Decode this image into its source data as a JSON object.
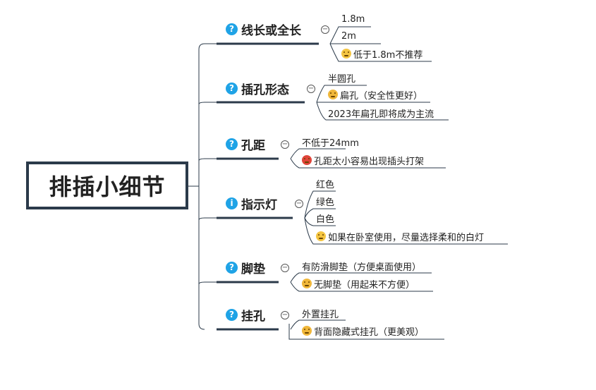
{
  "root": {
    "title": "排插小细节"
  },
  "branches": [
    {
      "label": "线长或全长",
      "icon": "question-icon",
      "children": [
        {
          "text": "1.8m"
        },
        {
          "text": "2m"
        },
        {
          "text": "低于1.8m不推荐",
          "emoji": "neutral-face-icon"
        }
      ]
    },
    {
      "label": "插孔形态",
      "icon": "question-icon",
      "children": [
        {
          "text": "半圆孔"
        },
        {
          "text": "扁孔（安全性更好）",
          "emoji": "surprised-face-icon"
        },
        {
          "text": "2023年扁孔即将成为主流"
        }
      ]
    },
    {
      "label": "孔距",
      "icon": "question-icon",
      "children": [
        {
          "text": "不低于24mm"
        },
        {
          "text": "孔距太小容易出现插头打架",
          "emoji": "angry-face-icon"
        }
      ]
    },
    {
      "label": "指示灯",
      "icon": "info-icon",
      "children": [
        {
          "text": "红色"
        },
        {
          "text": "绿色"
        },
        {
          "text": "白色"
        },
        {
          "text": "如果在卧室使用，尽量选择柔和的白灯",
          "emoji": "happy-face-icon"
        }
      ]
    },
    {
      "label": "脚垫",
      "icon": "question-icon",
      "children": [
        {
          "text": "有防滑脚垫（方便桌面使用）"
        },
        {
          "text": "无脚垫（用起来不方便）",
          "emoji": "surprised-face-icon"
        }
      ]
    },
    {
      "label": "挂孔",
      "icon": "question-icon",
      "children": [
        {
          "text": "外置挂孔"
        },
        {
          "text": "背面隐藏式挂孔（更美观）",
          "emoji": "surprised-face-icon"
        }
      ]
    }
  ],
  "icons": {
    "question": "?",
    "info": "i",
    "collapse": "−"
  },
  "colors": {
    "accent": "#1fa3e6",
    "root_border": "#2b3a4a",
    "line": "#2b3a4a"
  }
}
